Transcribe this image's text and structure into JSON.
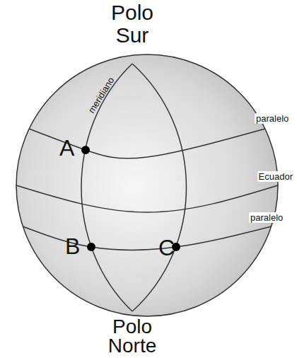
{
  "diagram": {
    "labels": [
      "Polo Sur",
      "meridiano",
      "paralelo",
      "Ecuador",
      "paralelo",
      "A",
      "B",
      "C",
      "Polo Norte"
    ]
  }
}
